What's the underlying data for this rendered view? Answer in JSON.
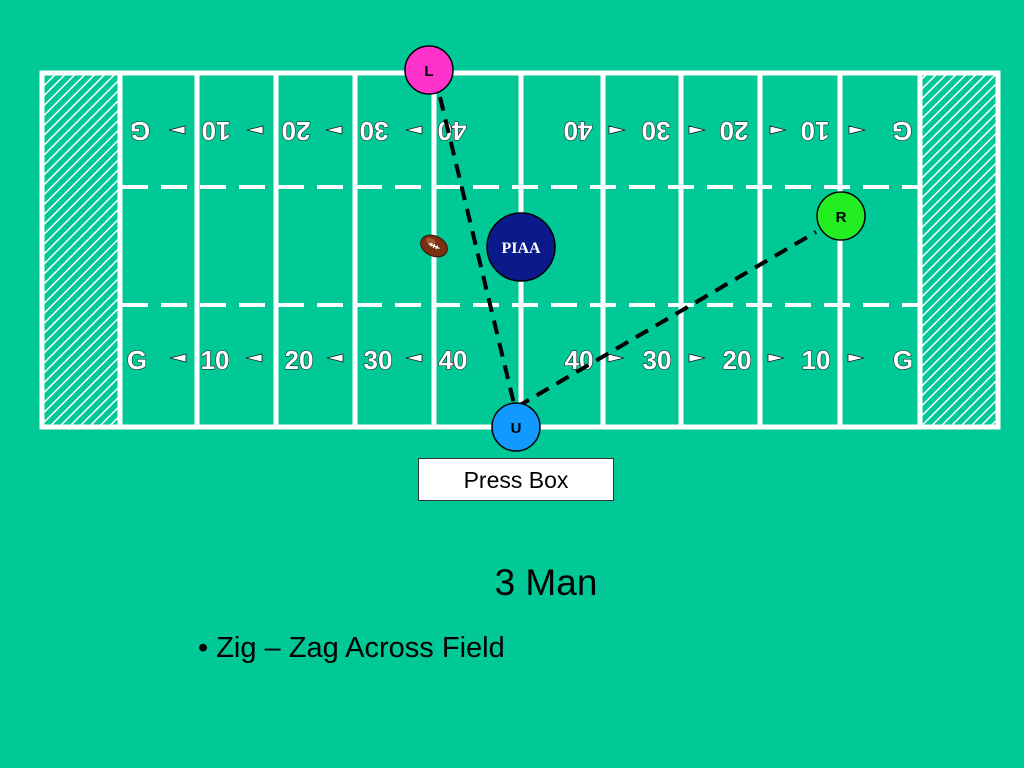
{
  "officials": [
    {
      "id": "L",
      "label": "L",
      "color": "#ff33cc"
    },
    {
      "id": "R",
      "label": "R",
      "color": "#22ee22"
    },
    {
      "id": "U",
      "label": "U",
      "color": "#1199ff"
    }
  ],
  "field": {
    "logo": "PIAA",
    "yard_labels_bottom": [
      "G",
      "10",
      "20",
      "30",
      "40",
      "40",
      "30",
      "20",
      "10",
      "G"
    ],
    "yard_labels_top": [
      "G",
      "10",
      "20",
      "30",
      "40",
      "40",
      "30",
      "20",
      "10",
      "G"
    ]
  },
  "press_box_label": "Press Box",
  "title": "3 Man",
  "bullet": "• Zig – Zag Across Field",
  "colors": {
    "background": "#00c896",
    "lines": "#ffffff",
    "logo": "#0a1a8a"
  }
}
